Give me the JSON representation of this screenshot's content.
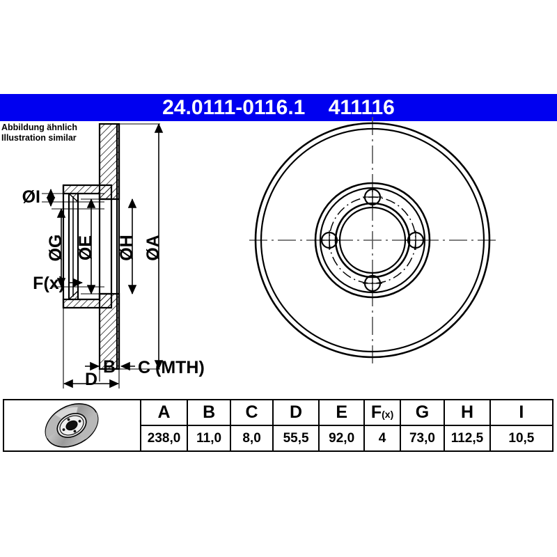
{
  "header": {
    "part_number": "24.0111-0116.1",
    "reference_number": "411116",
    "separator": "    ",
    "background_color": "#0000f0",
    "text_color": "#ffffff"
  },
  "note": {
    "line_de": "Abbildung ähnlich",
    "line_en": "Illustration similar"
  },
  "drawing": {
    "section_view": {
      "labels": [
        {
          "id": "dia-I",
          "text": "ØI",
          "rotated": false
        },
        {
          "id": "dia-G",
          "text": "ØG",
          "rotated": true
        },
        {
          "id": "dia-E",
          "text": "ØE",
          "rotated": true
        },
        {
          "id": "dia-H",
          "text": "ØH",
          "rotated": true
        },
        {
          "id": "dia-A",
          "text": "ØA",
          "rotated": true
        },
        {
          "id": "force-fx",
          "text": "F(x)",
          "rotated": false
        },
        {
          "id": "dim-B",
          "text": "B",
          "rotated": false
        },
        {
          "id": "dim-C",
          "text": "C (MTH)",
          "rotated": false
        },
        {
          "id": "dim-D",
          "text": "D",
          "rotated": false
        }
      ]
    },
    "front_view": {
      "bolt_hole_count": 4,
      "description": "brake disc front view with concentric circles and bolt circle"
    }
  },
  "table": {
    "thumbnail_alt": "brake-disc-3d-thumbnail",
    "headers": [
      "A",
      "B",
      "C",
      "D",
      "E",
      "F(x)",
      "G",
      "H",
      "I"
    ],
    "values": [
      "238,0",
      "11,0",
      "8,0",
      "55,5",
      "92,0",
      "4",
      "73,0",
      "112,5",
      "10,5"
    ]
  }
}
